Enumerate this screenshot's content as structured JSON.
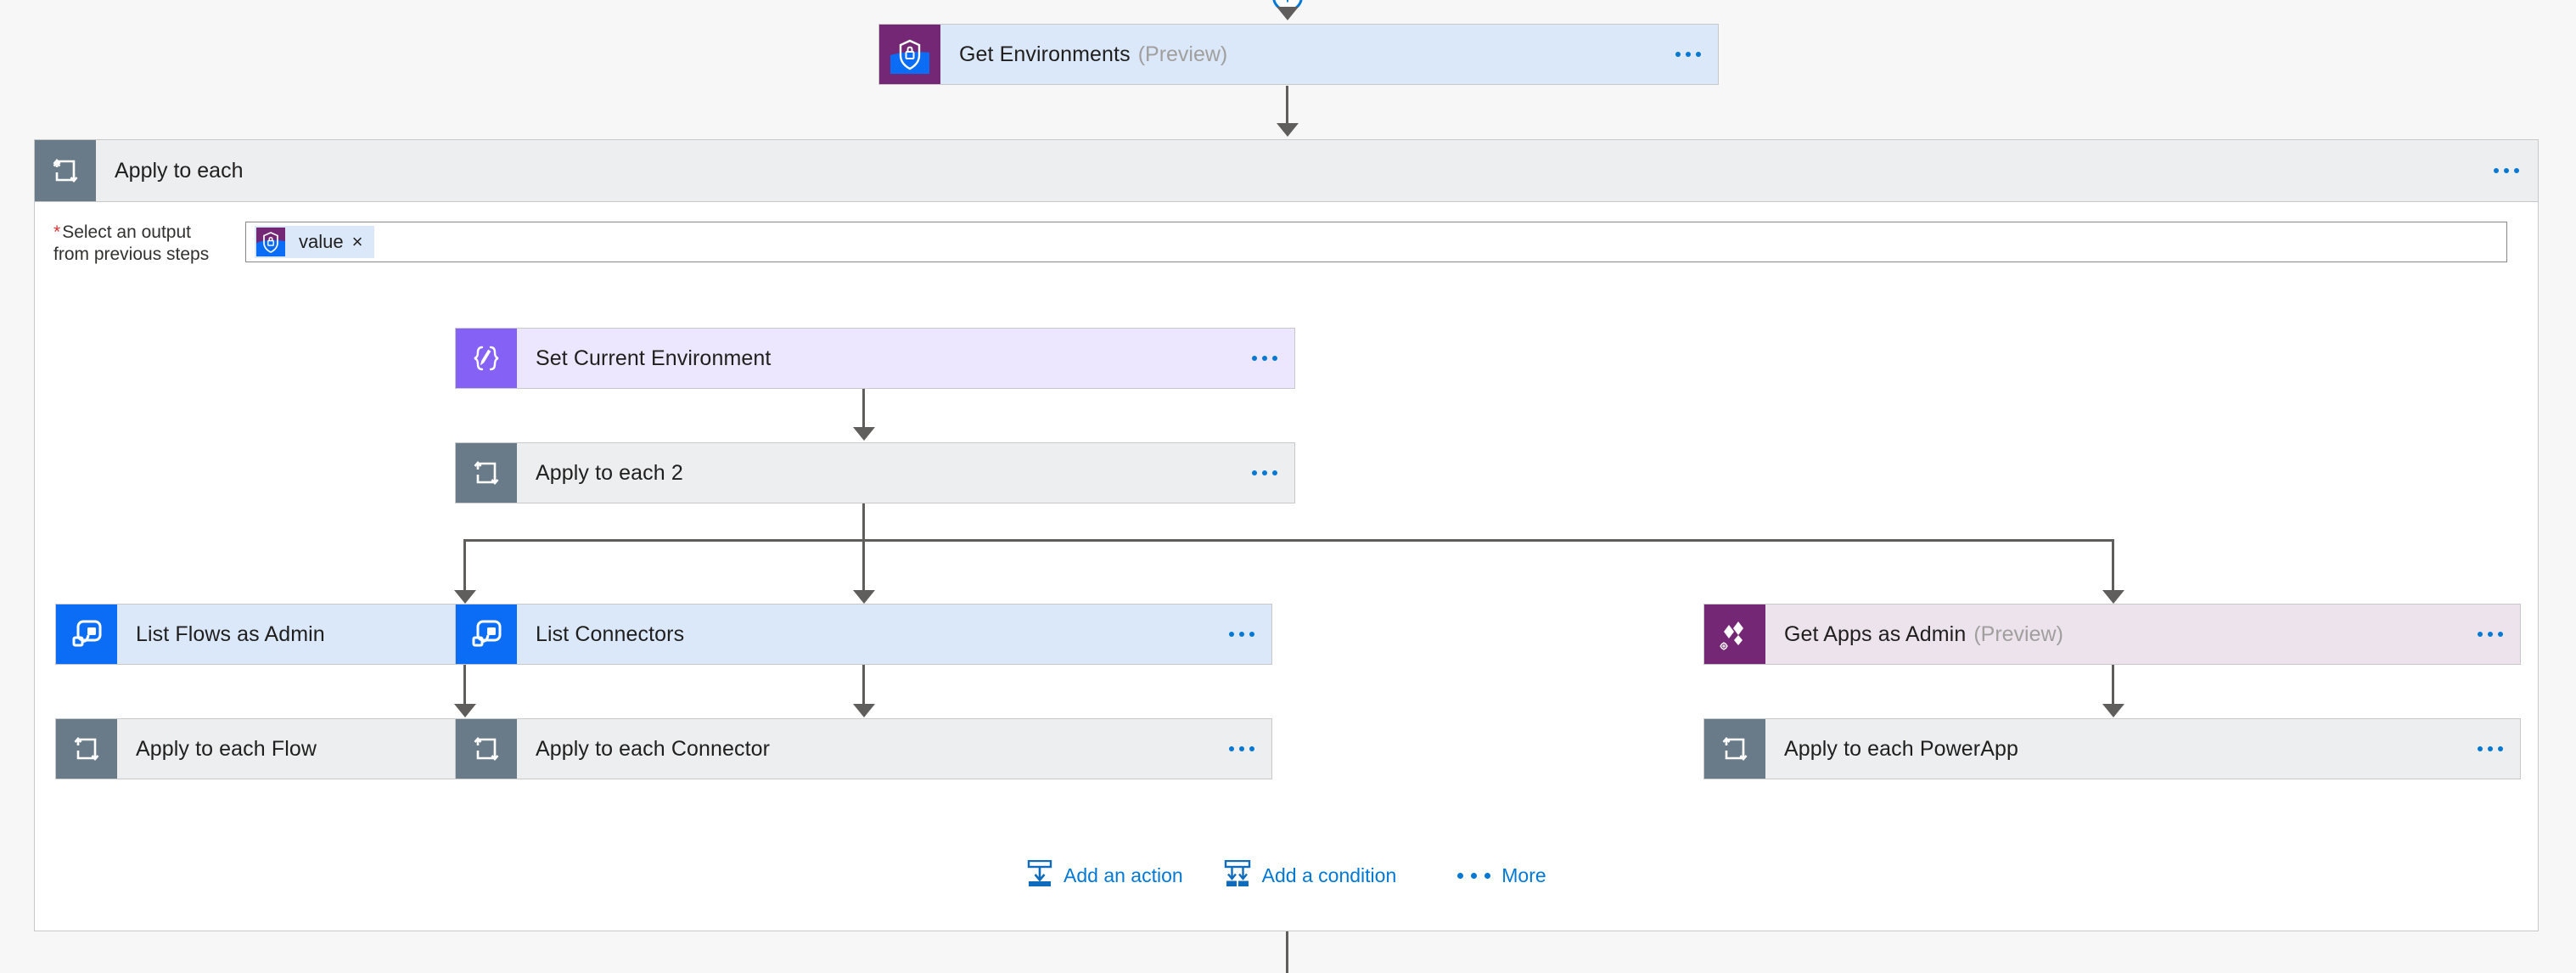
{
  "flow": {
    "top_step": {
      "title": "Get Environments",
      "preview": "(Preview)",
      "icon": "shield-lock-icon",
      "more": "more-options"
    },
    "loop_scope": {
      "header_title": "Apply to each",
      "header_icon": "loop-icon",
      "select_output": {
        "required_marker": "*",
        "label_line1": "Select an output",
        "label_line2": "from previous steps",
        "token": {
          "text": "value",
          "remove": "×",
          "icon": "shield-lock-icon"
        }
      },
      "steps": [
        {
          "title": "Set Current Environment",
          "preview": "",
          "icon": "compose-braces-icon",
          "variant": "compose"
        },
        {
          "title": "Apply to each 2",
          "preview": "",
          "icon": "loop-icon",
          "variant": "loop"
        }
      ],
      "branches": [
        {
          "top": {
            "title": "List Flows as Admin",
            "preview": "",
            "icon": "power-automate-icon",
            "variant": "flow"
          },
          "bottom": {
            "title": "Apply to each Flow",
            "preview": "",
            "icon": "loop-icon",
            "variant": "loop"
          }
        },
        {
          "top": {
            "title": "List Connectors",
            "preview": "",
            "icon": "power-automate-icon",
            "variant": "flow"
          },
          "bottom": {
            "title": "Apply to each Connector",
            "preview": "",
            "icon": "loop-icon",
            "variant": "loop"
          }
        },
        {
          "top": {
            "title": "Get Apps as Admin",
            "preview": "(Preview)",
            "icon": "powerapps-admin-icon",
            "variant": "papps"
          },
          "bottom": {
            "title": "Apply to each PowerApp",
            "preview": "",
            "icon": "loop-icon",
            "variant": "loop"
          }
        }
      ],
      "actions": [
        {
          "label": "Add an action",
          "icon": "add-action-icon"
        },
        {
          "label": "Add a condition",
          "icon": "add-condition-icon"
        },
        {
          "label": "More",
          "icon": "more-dots-icon"
        }
      ]
    }
  },
  "colors": {
    "accent": "#0078d4",
    "loop_tile": "#697a89",
    "loop_body": "#eceef0",
    "flow_tile": "#0b6cf5",
    "flow_body": "#dbe8f9",
    "compose_tile": "#8661f5",
    "compose_body": "#ece7fe",
    "powerapps_tile": "#742774",
    "powerapps_body": "#ece3ec",
    "connector": "#605e5c",
    "required": "#d13438",
    "preview_text": "#a19f9d"
  }
}
